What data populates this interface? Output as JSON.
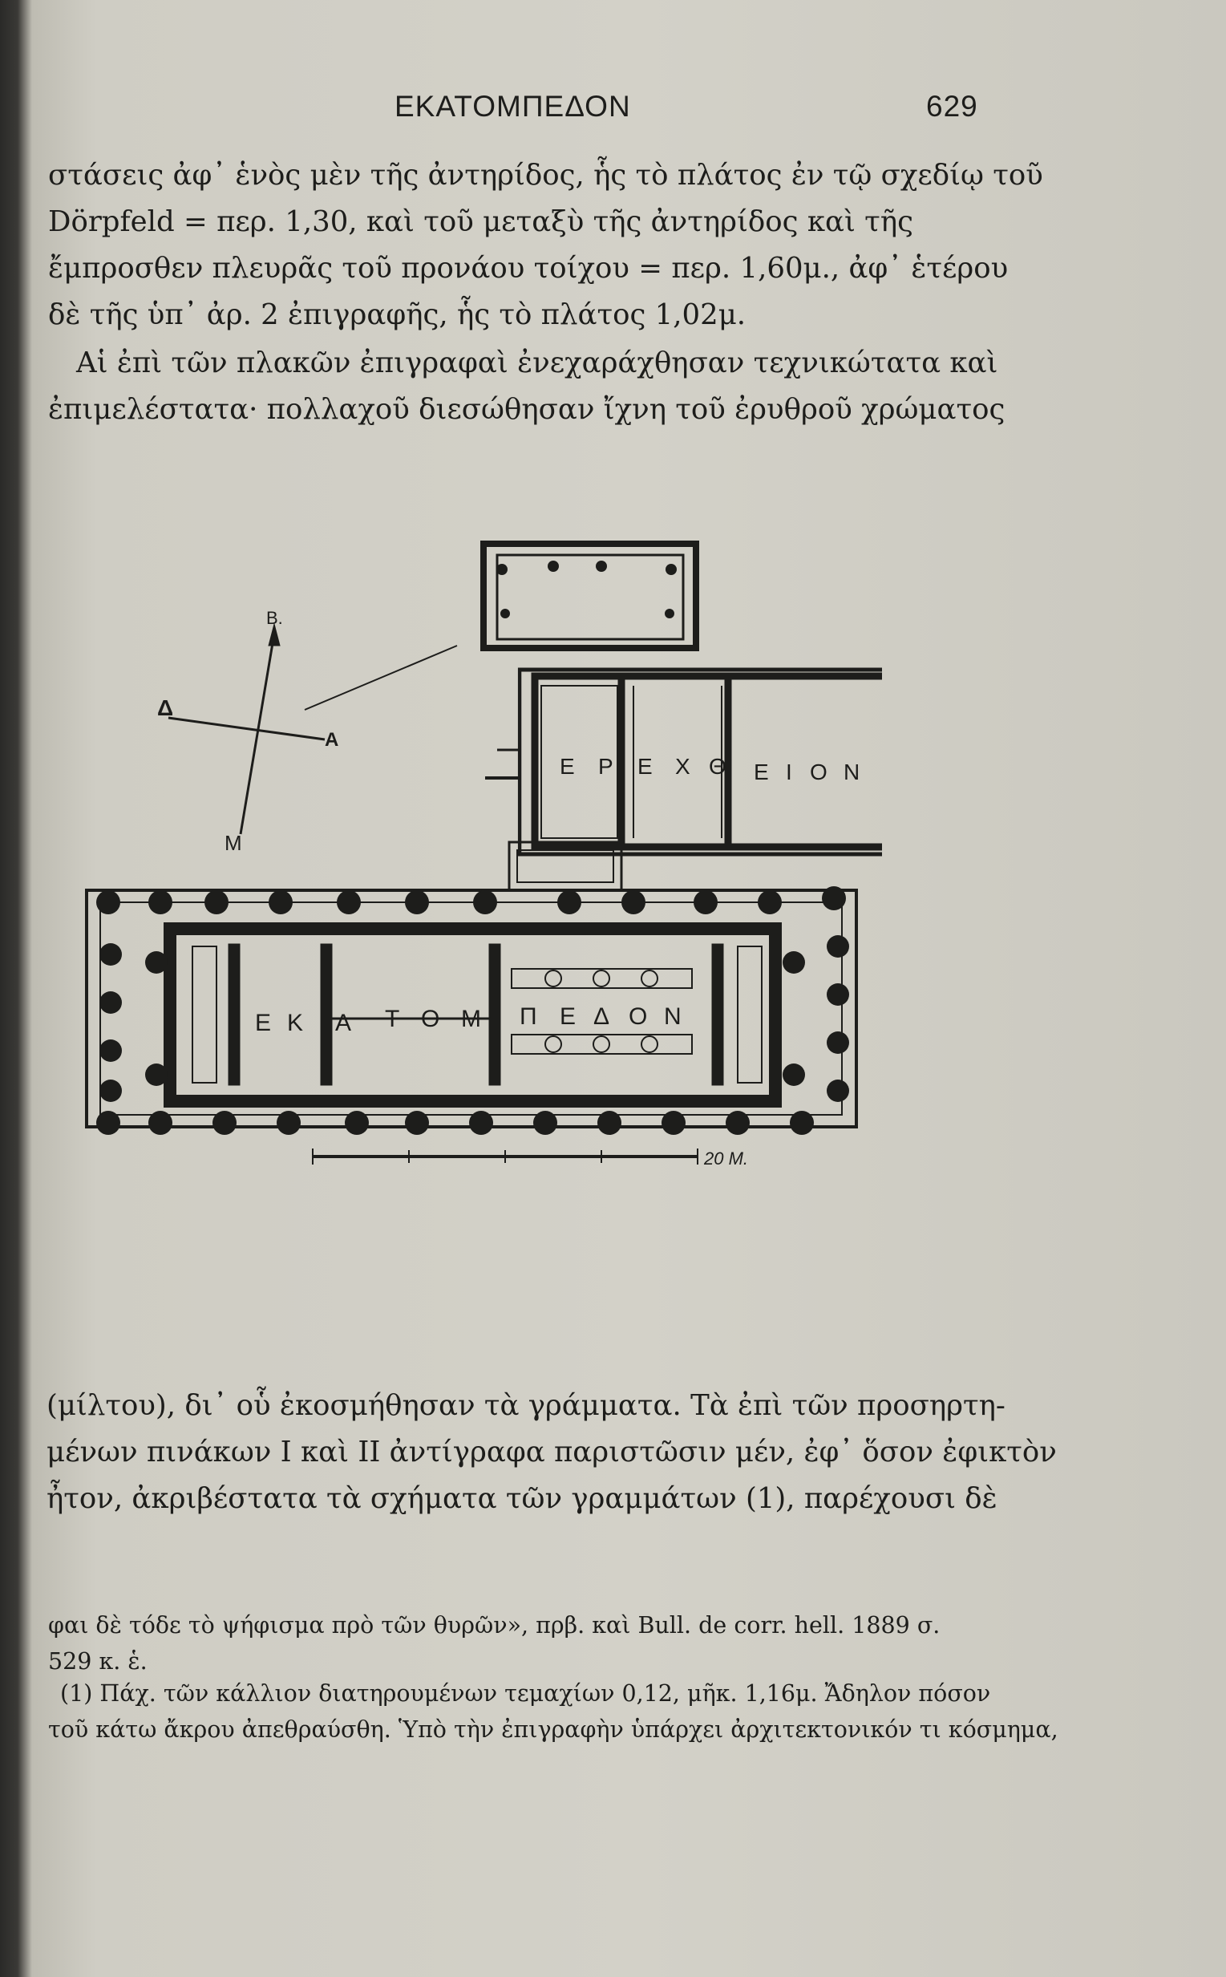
{
  "header": {
    "title": "ΕΚΑΤΟΜΠΕΔΟΝ",
    "page_number": "629"
  },
  "paragraph1": [
    "στάσεις ἀφ᾽ ἑνὸς μὲν τῆς ἀντηρίδος, ἧς τὸ πλάτος ἐν τῷ σχεδίῳ τοῦ",
    "Dörpfeld = περ. 1,30, καὶ τοῦ μεταξὺ τῆς ἀντηρίδος καὶ τῆς",
    "ἔμπροσθεν πλευρᾶς τοῦ προνάου τοίχου = περ. 1,60μ., ἀφ᾽ ἑτέρου",
    "δὲ τῆς ὑπ᾽ ἀρ. 2 ἐπιγραφῆς, ἧς τὸ πλάτος 1,02μ."
  ],
  "paragraph2": [
    "Αἱ ἐπὶ τῶν πλακῶν ἐπιγραφαὶ ἐνεχαράχθησαν τεχνικώτατα καὶ",
    "ἐπιμελέστατα· πολλαχοῦ διεσώθησαν ἴχνη τοῦ ἐρυθροῦ χρώματος"
  ],
  "plan": {
    "compass": {
      "north": "B.",
      "west": "Δ",
      "east": "A",
      "south": "M"
    },
    "erechtheion_label": [
      "Ε",
      "Ρ",
      "Ε",
      "Χ",
      "Θ",
      "Ε",
      "Ι",
      "Ο",
      "Ν"
    ],
    "hekatompedon_label": [
      "Ε",
      "Κ",
      "Α",
      "Τ",
      "Ο",
      "Μ",
      "Π",
      "Ε",
      "Δ",
      "Ο",
      "Ν"
    ],
    "scale_label": "20 M."
  },
  "paragraph3": [
    "(μίλτου), δι᾽ οὗ ἐκοσμήθησαν τὰ γράμματα. Τὰ ἐπὶ τῶν προσηρτη-",
    "μένων πινάκων I καὶ II ἀντίγραφα παριστῶσιν μέν, ἐφ᾽ ὅσον ἐφικτὸν",
    "ἦτον, ἀκριβέστατα τὰ σχήματα τῶν γραμμάτων (1), παρέχουσι δὲ"
  ],
  "footnotes": [
    "φαι δὲ τόδε τὸ ψήφισμα πρὸ τῶν θυρῶν», πρβ. καὶ Bull. de corr. hell. 1889 σ.",
    "529 κ. ἑ.",
    "(1) Πάχ. τῶν κάλλιον διατηρουμένων τεμαχίων 0,12, μῆκ. 1,16μ. Ἄδηλον πόσον",
    "τοῦ κάτω ἄκρου ἀπεθραύσθη. Ὑπὸ τὴν ἐπιγραφὴν ὑπάρχει ἀρχιτεκτονικόν τι κόσμημα,"
  ]
}
